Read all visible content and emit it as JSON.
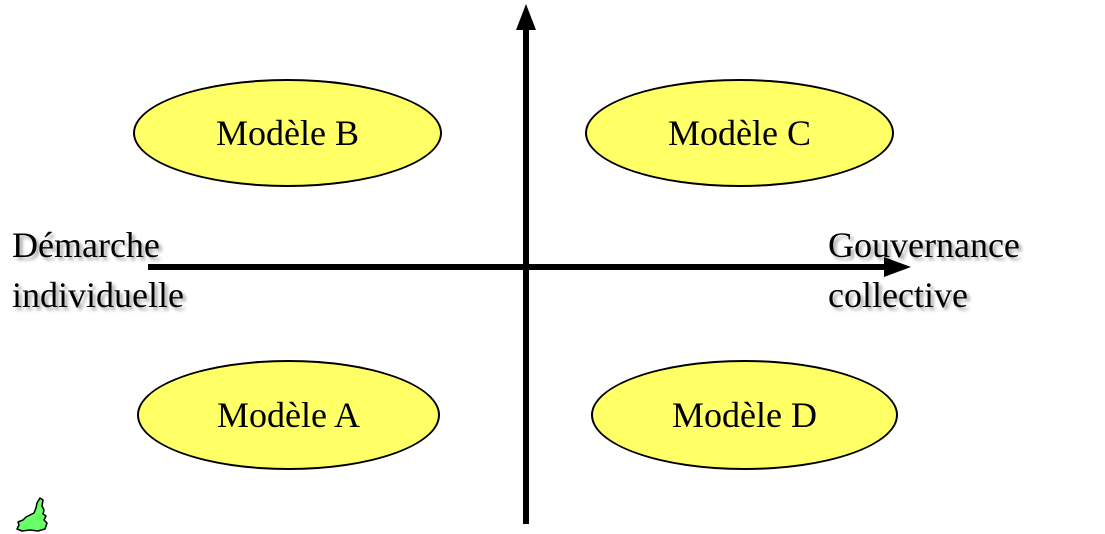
{
  "colors": {
    "ellipse_fill": "#FFFF66",
    "stroke": "#000000",
    "logo_fill": "#66FF66"
  },
  "axis": {
    "left_label_line1": "Démarche",
    "left_label_line2": "individuelle",
    "right_label_line1": "Gouvernance",
    "right_label_line2": "collective"
  },
  "models": {
    "a": "Modèle A",
    "b": "Modèle B",
    "c": "Modèle C",
    "d": "Modèle D"
  },
  "icons": {
    "logo": "corsica-island-icon"
  }
}
